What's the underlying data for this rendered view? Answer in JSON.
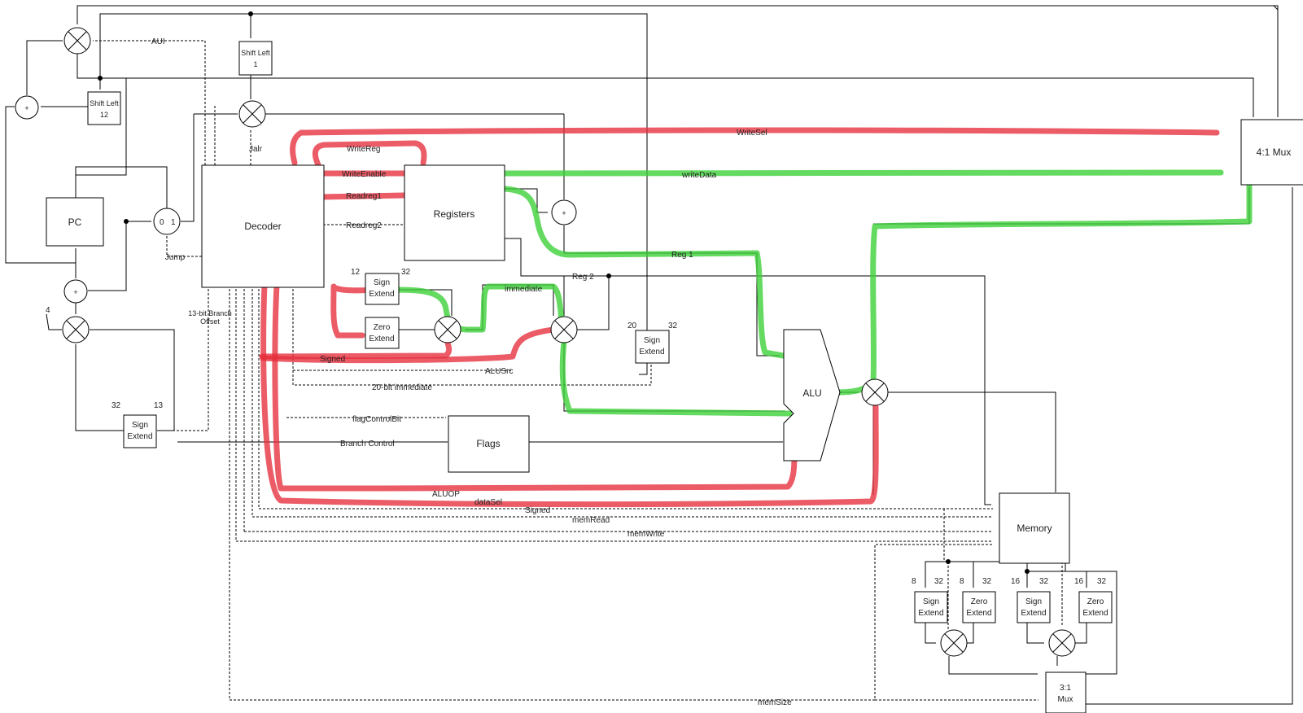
{
  "colors": {
    "control_path_highlight": "#e52e3c",
    "data_path_highlight": "#3dd13a",
    "line": "#000000"
  },
  "blocks": {
    "pc": "PC",
    "decoder": "Decoder",
    "registers": "Registers",
    "alu": "ALU",
    "flags": "Flags",
    "memory": "Memory",
    "mux41": "4:1 Mux",
    "mux31_a": "3:1",
    "mux31_b": "Mux",
    "shift1_a": "Shift Left",
    "shift1_b": "1",
    "shift12_a": "Shift Left",
    "shift12_b": "12",
    "sign": "Sign",
    "zero": "Zero",
    "extend": "Extend"
  },
  "signals": {
    "aui": "AUI",
    "jalr": "Jalr",
    "jump": "Jump",
    "write_sel": "WriteSel",
    "write_reg": "WriteReg",
    "write_enable": "WriteEnable",
    "readreg1": "Readreg1",
    "readreg2": "Readreg2",
    "write_data": "writeData",
    "reg1": "Reg 1",
    "reg2": "Reg 2",
    "immediate": "immediate",
    "signed": "Signed",
    "alusrc": "ALUSrc",
    "imm20": "20-bit immediate",
    "flag_control": "flagControlBit",
    "branch_control": "Branch Control",
    "aluop": "ALUOP",
    "datasel": "dataSel",
    "signed2": "Signed",
    "memread": "memRead",
    "memwrite": "memWrite",
    "memsize": "memSize",
    "branch_offset_a": "13-bit Branch",
    "branch_offset_b": "Offset"
  },
  "ops": {
    "add": "+",
    "mux_in0": "0",
    "mux_in1": "1"
  },
  "widths": {
    "four": "4",
    "w12": "12",
    "w32": "32",
    "w20": "20",
    "w13": "13",
    "w8": "8",
    "w16": "16"
  }
}
